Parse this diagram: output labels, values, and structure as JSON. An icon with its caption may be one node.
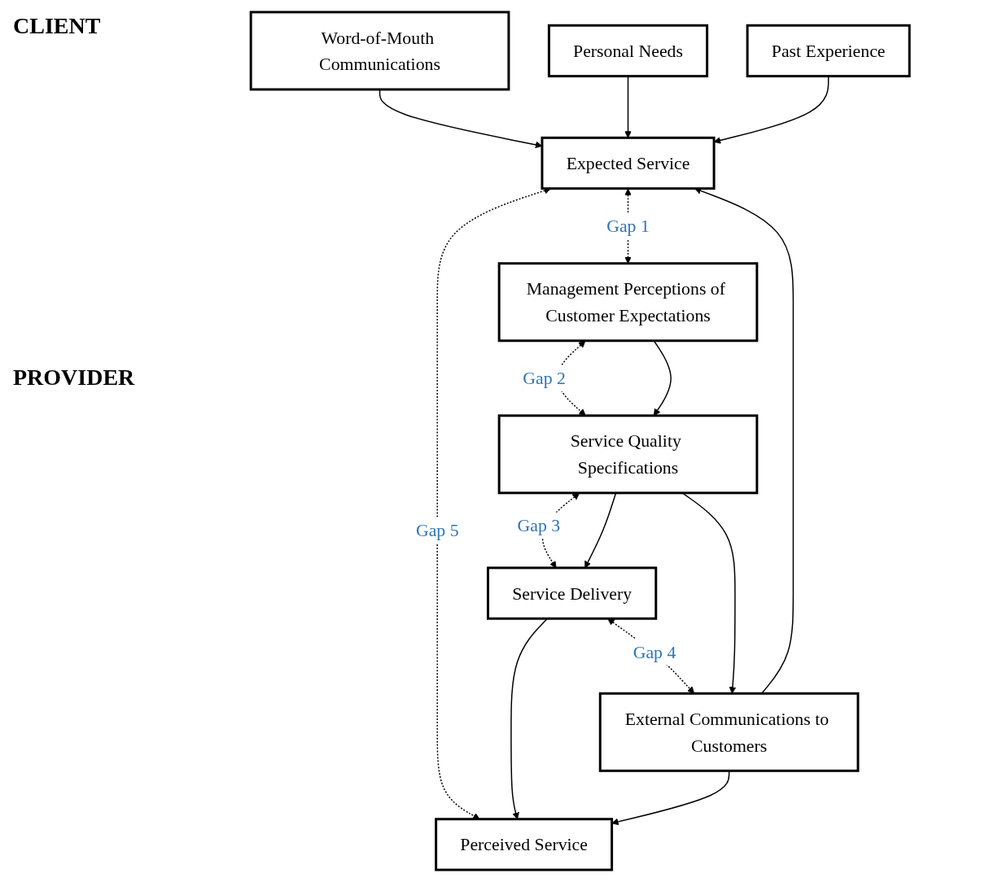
{
  "diagram": {
    "nodes": [
      {
        "text": [
          "Word-of-Mouth Communications"
        ]
      },
      {
        "text": [
          "Personal Needs"
        ]
      },
      {
        "text": [
          "Past Experience"
        ]
      },
      {
        "text": [
          "Expected Service"
        ]
      },
      {
        "text": [
          "Perceived Service"
        ]
      },
      {
        "text": [
          "Service Delivery"
        ]
      },
      {
        "text": [
          "External Communications to Customers"
        ]
      },
      {
        "text": [
          "Service Quality Specifications"
        ]
      },
      {
        "text": [
          "Management Perceptions of Customer Expectations"
        ]
      }
    ],
    "edges": [
      {
        "from": 0,
        "to": 3,
        "arrow": "to"
      },
      {
        "from": 1,
        "to": 3,
        "arrow": "to"
      },
      {
        "from": 2,
        "to": 3,
        "arrow": "to"
      },
      {
        "from": 3,
        "to": 4,
        "arrow": "both",
        "style": "dashed",
        "label": "Gap 5"
      },
      {
        "from": 5,
        "to": 4,
        "arrow": "to"
      },
      {
        "from": 6,
        "to": 3,
        "arrow": "to"
      },
      {
        "from": 6,
        "to": 4,
        "arrow": "to"
      },
      {
        "from": 5,
        "to": 6,
        "arrow": "both",
        "style": "dashed",
        "label": "Gap 4"
      },
      {
        "from": 7,
        "to": 5,
        "arrow": "both",
        "style": "dashed",
        "label": "Gap 3"
      },
      {
        "from": 7,
        "to": 5,
        "arrow": "to"
      },
      {
        "from": 7,
        "to": 6,
        "arrow": "to"
      },
      {
        "from": 8,
        "to": 7,
        "arrow": "both",
        "style": "dashed",
        "label": "Gap 2"
      },
      {
        "from": 8,
        "to": 7,
        "arrow": "to"
      },
      {
        "from": 3,
        "to": 8,
        "arrow": "both",
        "style": "dashed",
        "label": "Gap 1"
      }
    ],
    "labels": [
      "CLIENT",
      "PROVIDER"
    ]
  }
}
